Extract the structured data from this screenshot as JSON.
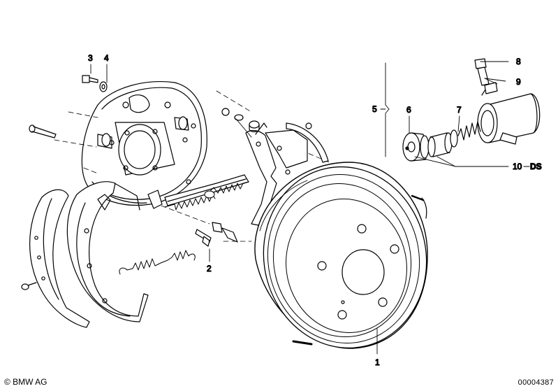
{
  "labels": {
    "p1": "1",
    "p2": "2",
    "p3": "3",
    "p4": "4",
    "p5": "5",
    "p6": "6",
    "p7": "7",
    "p8": "8",
    "p9": "9",
    "p10": "10",
    "ds": "DS"
  },
  "footer": {
    "copyright": "© BMW AG",
    "drawing_number": "00004387"
  }
}
